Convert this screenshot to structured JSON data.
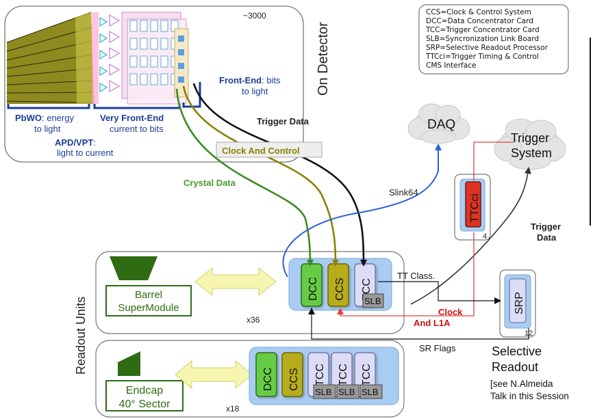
{
  "detector": {
    "count": "~3000",
    "title": "On Detector",
    "pbwo_bold": "PbWO",
    "pbwo_rest": ": energy",
    "pbwo_line2": "to light",
    "apd_bold": "APD/VPT",
    "apd_rest": ":",
    "apd_line2": "light to current",
    "vfe_bold": "Very Front-End",
    "vfe_line2": "current  to bits",
    "fe_bold": "Front-End",
    "fe_rest": ": bits",
    "fe_line2": "to light"
  },
  "legend": [
    "CCS=Clock & Control System",
    "DCC=Data Concentrator Card",
    "TCC=Trigger Concentrator Card",
    "SLB=Syncronization Link Board",
    "SRP=Selective Readout Processor",
    "TTCci=Trigger Timing & Control",
    "CMS Interface"
  ],
  "clouds": {
    "daq": "DAQ",
    "trigger_line1": "Trigger",
    "trigger_line2": "System"
  },
  "links": {
    "trigger_data": "Trigger Data",
    "clock_and_control": "Clock And Control",
    "crystal_data": "Crystal Data",
    "slink": "Slink64",
    "trigger_data2_line1": "Trigger",
    "trigger_data2_line2": "Data",
    "tt_class": "TT Class.",
    "clock_l1a_line1": "Clock",
    "clock_l1a_line2": "And L1A",
    "sr_flags": "SR Flags"
  },
  "readout": {
    "title": "Readout Units",
    "barrel_line1": "Barrel",
    "barrel_line2": "SuperModule",
    "barrel_mult": "x36",
    "endcap_line1": "Endcap",
    "endcap_line2": "40° Sector",
    "endcap_mult": "x18",
    "dcc": "DCC",
    "ccs": "CCS",
    "tcc": "TCC",
    "slb": "SLB"
  },
  "ttcci": {
    "label": "TTCci",
    "count": "4"
  },
  "srp": {
    "label": "SRP",
    "count": "12"
  },
  "selective": {
    "line1": "Selective",
    "line2": "Readout",
    "line3": "[see N.Almeida",
    "line4": "Talk in this Session"
  },
  "colors": {
    "panel_blue": "#a9cdf2",
    "dcc_green": "#66cc44",
    "ccs_olive": "#b8ac1c",
    "tcc_lavender": "#dcdcf6",
    "slb_gray": "#9a9a9a",
    "ttcci_red": "#dd3322",
    "dark_green": "#2e6b12",
    "arrow_yellow": "#f6f6b0",
    "label_blue": "#1a3d9a",
    "label_red": "#cc1111",
    "label_green": "#4a9a2c",
    "label_olive": "#8a8200"
  }
}
